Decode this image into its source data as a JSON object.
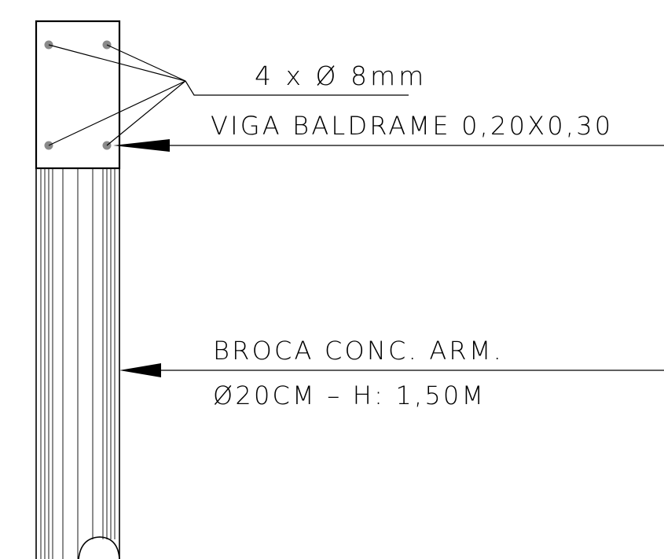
{
  "labels": {
    "rebar": "4 x Ø 8mm",
    "beam": "VIGA BALDRAME 0,20X0,30",
    "pile_line1": "BROCA CONC. ARM.",
    "pile_line2": "Ø20CM – H: 1,50M"
  },
  "colors": {
    "line": "#000000",
    "rebar": "#8a8a8a",
    "background": "#ffffff"
  }
}
